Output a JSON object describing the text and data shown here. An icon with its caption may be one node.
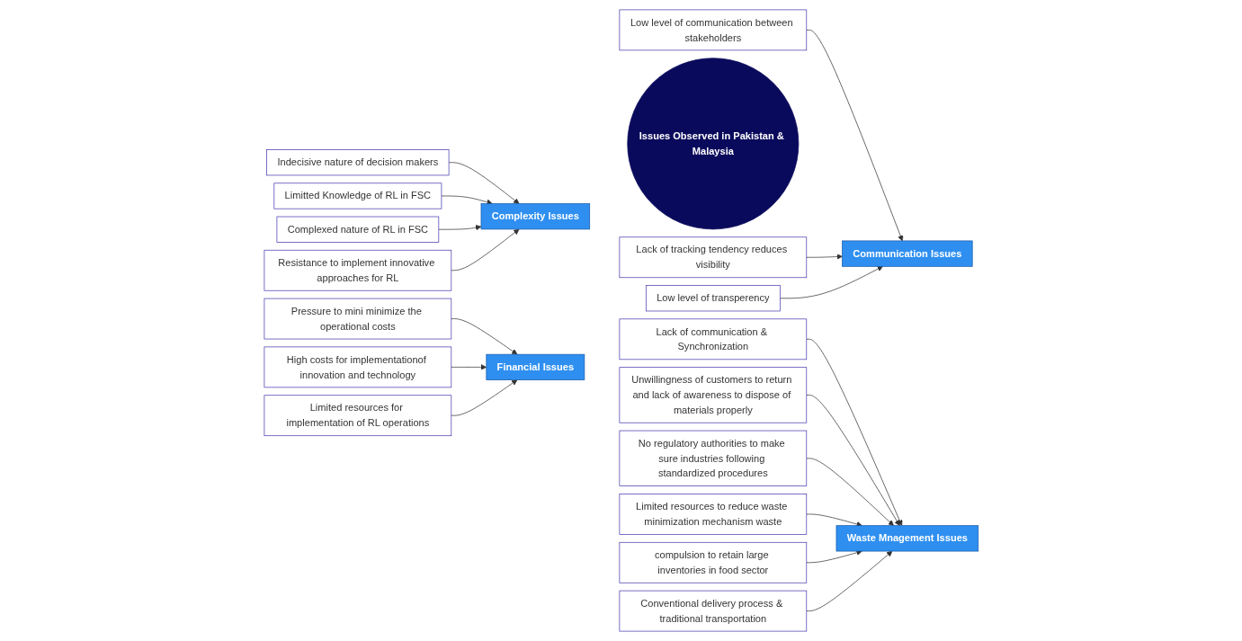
{
  "diagram": {
    "nodes": [
      {
        "text": [
          "Indecisive nature of decision makers"
        ]
      },
      {
        "text": [
          "Limitted Knowledge of RL in FSC"
        ]
      },
      {
        "text": [
          "Complexed nature of RL in FSC"
        ]
      },
      {
        "text": [
          "Resistance to implement innovative approaches for RL"
        ]
      },
      {
        "text": [
          "Pressure to mini minimize the operational costs"
        ]
      },
      {
        "text": [
          "Complexity Issues"
        ]
      },
      {
        "text": [
          "Low level of communication between stakeholders"
        ]
      },
      {
        "text": [
          "High costs for implementationof innovation and technology"
        ]
      },
      {
        "text": [
          "Financial Issues"
        ]
      },
      {
        "text": [
          "Issues Observed in Pakistan & Malaysia"
        ]
      },
      {
        "text": [
          "Communication Issues"
        ]
      },
      {
        "text": [
          "Lack of tracking tendency reduces visibility"
        ]
      },
      {
        "text": [
          "Limited resources for implementation of RL operations"
        ]
      },
      {
        "text": [
          "Low level of transperency"
        ]
      },
      {
        "text": [
          "Waste Mnagement Issues"
        ]
      },
      {
        "text": [
          "Lack of communication & Synchronization"
        ]
      },
      {
        "text": [
          "Conventional delivery process & traditional transportation"
        ]
      },
      {
        "text": [
          "Unwillingness of customers to return and lack of awareness to dispose of materials properly"
        ]
      },
      {
        "text": [
          "compulsion to retain large inventories in food sector"
        ]
      },
      {
        "text": [
          "No regulatory authorities to make sure industries following standardized procedures"
        ]
      },
      {
        "text": [
          "Limited resources to reduce waste minimization mechanism waste"
        ]
      }
    ],
    "edges": [
      {
        "from": 0,
        "to": 5,
        "arrow": "to"
      },
      {
        "from": 1,
        "to": 5,
        "arrow": "to"
      },
      {
        "from": 2,
        "to": 5,
        "arrow": "to"
      },
      {
        "from": 3,
        "to": 5,
        "arrow": "to"
      },
      {
        "from": 4,
        "to": 8,
        "arrow": "to"
      },
      {
        "from": 7,
        "to": 8,
        "arrow": "to"
      },
      {
        "from": 12,
        "to": 8,
        "arrow": "to"
      },
      {
        "from": 6,
        "to": 10,
        "arrow": "to"
      },
      {
        "from": 11,
        "to": 10,
        "arrow": "to"
      },
      {
        "from": 13,
        "to": 10,
        "arrow": "to"
      },
      {
        "from": 15,
        "to": 14,
        "arrow": "to"
      },
      {
        "from": 17,
        "to": 14,
        "arrow": "to"
      },
      {
        "from": 19,
        "to": 14,
        "arrow": "to"
      },
      {
        "from": 20,
        "to": 14,
        "arrow": "to"
      },
      {
        "from": 18,
        "to": 14,
        "arrow": "to"
      },
      {
        "from": 16,
        "to": 14,
        "arrow": "to"
      }
    ]
  }
}
